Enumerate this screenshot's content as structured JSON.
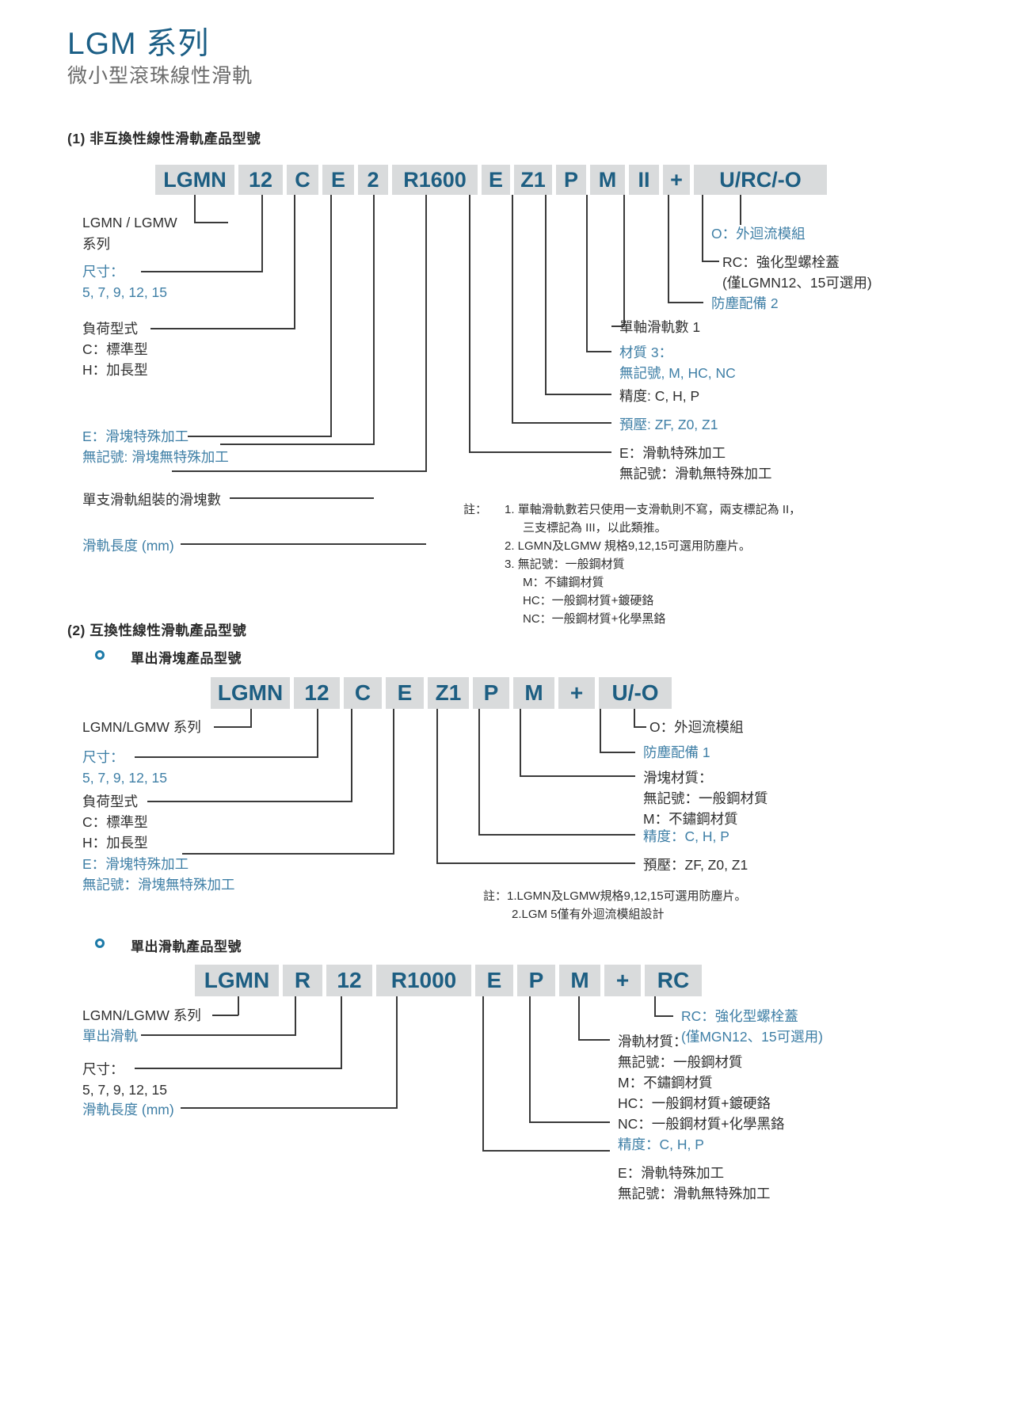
{
  "header": {
    "title": "LGM 系列",
    "subtitle": "微小型滾珠線性滑軌"
  },
  "sections": {
    "s1_heading": "(1) 非互換性線性滑軌產品型號",
    "s2_heading": "(2) 互換性線性滑軌產品型號",
    "s2_sub1": "單出滑塊產品型號",
    "s2_sub2": "單出滑軌產品型號"
  },
  "diagram1": {
    "code": [
      "LGMN",
      "12",
      "C",
      "E",
      "2",
      "R1600",
      "E",
      "Z1",
      "P",
      "M",
      "II",
      "+",
      "U/RC/-O"
    ],
    "left_labels": [
      {
        "line1": "LGMN / LGMW",
        "line2": "系列",
        "color": "dark"
      },
      {
        "line1": "尺寸：",
        "line2": "5, 7, 9, 12, 15",
        "color": "blue"
      },
      {
        "line1": "負荷型式",
        "line2": "C：標準型",
        "line3": "H：加長型",
        "color": "dark"
      },
      {
        "line1": "E：滑塊特殊加工",
        "line2": "無記號: 滑塊無特殊加工",
        "color": "blue"
      },
      {
        "line1": "單支滑軌組裝的滑塊數",
        "color": "dark"
      },
      {
        "line1": "滑軌長度 (mm)",
        "color": "blue"
      }
    ],
    "right_labels": [
      {
        "line1": "O：外迴流模組",
        "color": "blue"
      },
      {
        "line1": "RC：強化型螺栓蓋",
        "line2": "(僅LGMN12、15可選用)",
        "color": "dark"
      },
      {
        "line1": "防塵配備 2",
        "color": "blue"
      },
      {
        "line1": "單軸滑軌數 1",
        "color": "dark"
      },
      {
        "line1": "材質 3：",
        "line2": "無記號, M, HC, NC",
        "color": "blue"
      },
      {
        "line1": "精度: C, H, P",
        "color": "dark"
      },
      {
        "line1": "預壓: ZF, Z0, Z1",
        "color": "blue"
      },
      {
        "line1": "E：滑軌特殊加工",
        "line2": "無記號：滑軌無特殊加工",
        "color": "dark"
      }
    ],
    "notes_label": "註：",
    "notes": [
      "1. 單軸滑軌數若只使用一支滑軌則不寫，兩支標記為 II，",
      "三支標記為 III，以此類推。",
      "2. LGMN及LGMW 規格9,12,15可選用防塵片。",
      "3. 無記號：一般鋼材質",
      "M：不鏽鋼材質",
      "HC：一般鋼材質+鍍硬鉻",
      "NC：一般鋼材質+化學黑鉻"
    ]
  },
  "diagram2": {
    "code": [
      "LGMN",
      "12",
      "C",
      "E",
      "Z1",
      "P",
      "M",
      "+",
      "U/-O"
    ],
    "left_labels": [
      {
        "line1": "LGMN/LGMW 系列",
        "color": "dark"
      },
      {
        "line1": "尺寸：",
        "line2": "5, 7, 9, 12, 15",
        "color": "blue"
      },
      {
        "line1": "負荷型式",
        "line2": "C：標準型",
        "line3": "H：加長型",
        "color": "dark"
      },
      {
        "line1": "E：滑塊特殊加工",
        "line2": "無記號：滑塊無特殊加工",
        "color": "blue"
      }
    ],
    "right_labels": [
      {
        "line1": "O：外迴流模組",
        "color": "dark"
      },
      {
        "line1": "防塵配備 1",
        "color": "blue"
      },
      {
        "line1": "滑塊材質：",
        "line2": "無記號：一般鋼材質",
        "line3": "M：不鏽鋼材質",
        "color": "dark"
      },
      {
        "line1": "精度：C, H, P",
        "color": "blue"
      },
      {
        "line1": "預壓：ZF, Z0, Z1",
        "color": "dark"
      }
    ],
    "notes": [
      "註：1.LGMN及LGMW規格9,12,15可選用防塵片。",
      "2.LGM 5僅有外迴流模組設計"
    ]
  },
  "diagram3": {
    "code": [
      "LGMN",
      "R",
      "12",
      "R1000",
      "E",
      "P",
      "M",
      "+",
      "RC"
    ],
    "left_labels": [
      {
        "line1": "LGMN/LGMW 系列",
        "color": "dark"
      },
      {
        "line1": "單出滑軌",
        "color": "blue"
      },
      {
        "line1": "尺寸：",
        "line2": "5, 7, 9, 12, 15",
        "color": "dark"
      },
      {
        "line1": "滑軌長度 (mm)",
        "color": "blue"
      }
    ],
    "right_labels": [
      {
        "line1": "RC：強化型螺栓蓋",
        "line2": "(僅MGN12、15可選用)",
        "color": "blue"
      },
      {
        "line1": "滑軌材質：",
        "line2": "無記號：一般鋼材質",
        "line3": "M：不鏽鋼材質",
        "line4": "HC：一般鋼材質+鍍硬鉻",
        "line5": "NC：一般鋼材質+化學黑鉻",
        "color": "dark"
      },
      {
        "line1": "精度：C, H, P",
        "color": "blue"
      },
      {
        "line1": "E：滑軌特殊加工",
        "line2": "無記號：滑軌無特殊加工",
        "color": "dark"
      }
    ]
  },
  "colors": {
    "brand_blue": "#1c5f86",
    "label_blue": "#3f7fa6",
    "code_bg": "#d9dbdc",
    "code_fg": "#1d5e82"
  }
}
